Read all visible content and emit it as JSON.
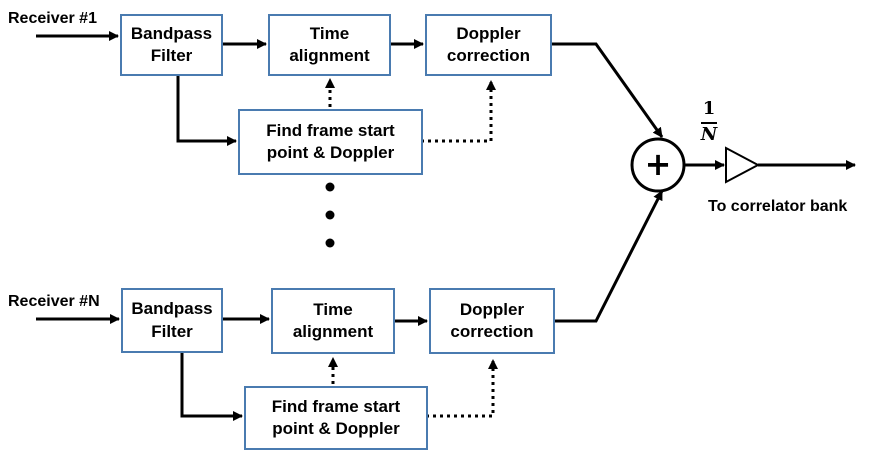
{
  "receivers": [
    {
      "label": "Receiver #1",
      "bandpass": "Bandpass\nFilter",
      "time_alignment": "Time\nalignment",
      "doppler_correction": "Doppler\ncorrection",
      "find_frame": "Find frame start\npoint & Doppler"
    },
    {
      "label": "Receiver #N",
      "bandpass": "Bandpass\nFilter",
      "time_alignment": "Time\nalignment",
      "doppler_correction": "Doppler\ncorrection",
      "find_frame": "Find frame start\npoint & Doppler"
    }
  ],
  "summer": {
    "symbol": "+"
  },
  "gain": {
    "numerator": "1",
    "denominator": "N"
  },
  "output": {
    "label": "To correlator bank"
  },
  "colors": {
    "box_border": "#4a7bb0",
    "line": "#000000"
  }
}
